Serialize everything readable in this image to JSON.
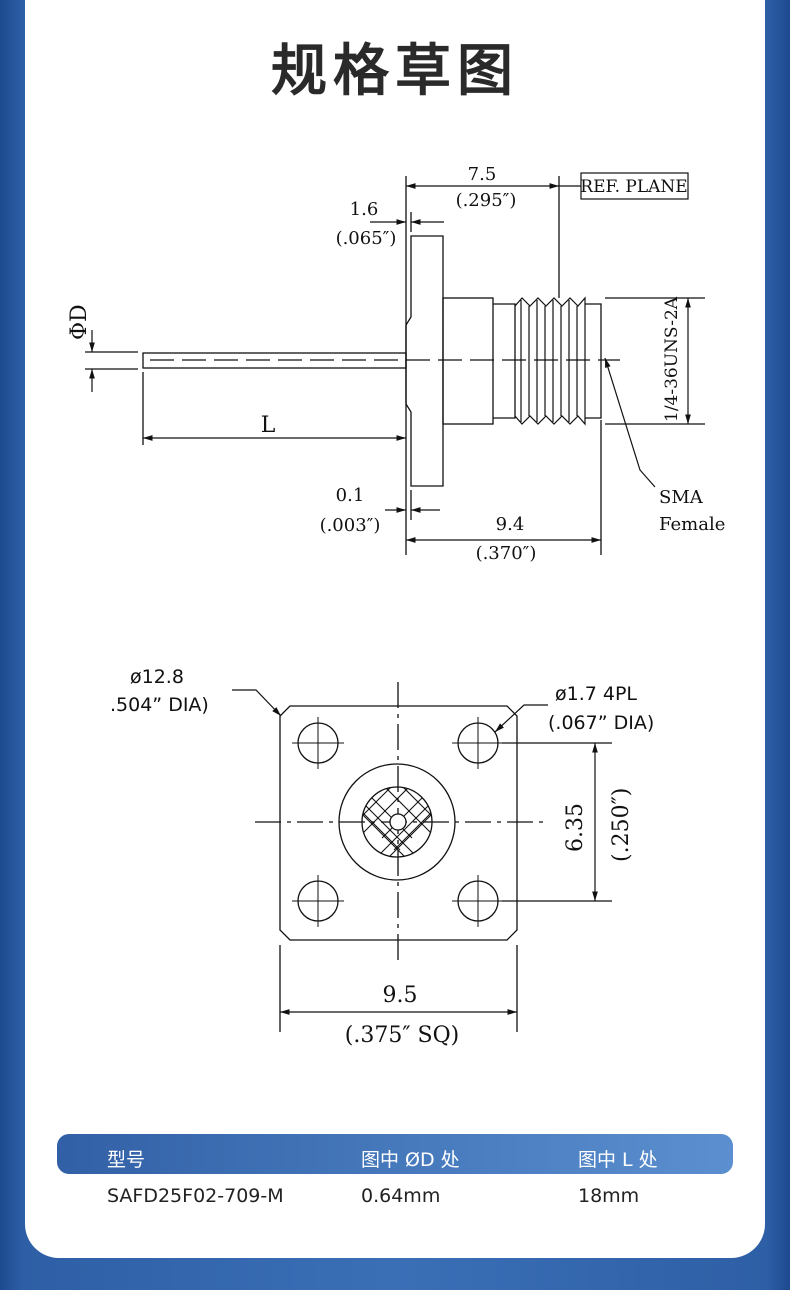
{
  "title": "规格草图",
  "side_view": {
    "dim_7_5": "7.5",
    "dim_7_5_inch": "(.295″)",
    "ref_plane": "REF. PLANE",
    "dim_1_6": "1.6",
    "dim_1_6_inch": "(.065″)",
    "phi_d": "ΦD",
    "thread": "1/4-36UNS-2A",
    "l_label": "L",
    "dim_0_1": "0.1",
    "dim_0_1_inch": "(.003″)",
    "dim_9_4": "9.4",
    "dim_9_4_inch": "(.370″)",
    "sma": "SMA",
    "female": "Female"
  },
  "front_view": {
    "dia_12_8": "ø12.8",
    "dia_12_8_inch": ".504”  DIA)",
    "dia_1_7": "ø1.7  4PL",
    "dia_1_7_inch": "(.067”  DIA)",
    "dim_6_35": "6.35",
    "dim_6_35_inch": "(.250″)",
    "dim_9_5": "9.5",
    "dim_9_5_inch": "(.375″  SQ)"
  },
  "table": {
    "headers": [
      "型号",
      "图中 ØD 处",
      "图中 L 处"
    ],
    "rows": [
      [
        "SAFD25F02-709-M",
        "0.64mm",
        "18mm"
      ]
    ]
  },
  "colors": {
    "background": "#2e5fa6",
    "card": "#ffffff",
    "header_bar": "#4a7dc0"
  }
}
